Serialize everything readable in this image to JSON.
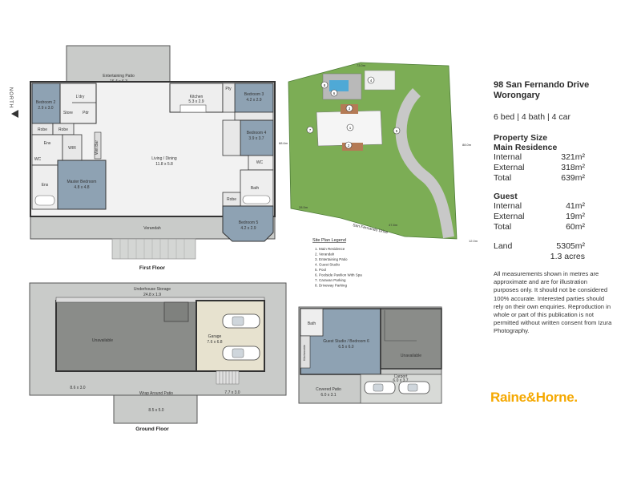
{
  "first_floor": {
    "caption": "First Floor",
    "north": "NORTH",
    "rooms": {
      "entertaining_patio": {
        "name": "Entertaining Patio",
        "dim": "16.4 x 6.3"
      },
      "bedroom2": {
        "name": "Bedroom 2",
        "dim": "2.9 x 3.0"
      },
      "ldry": {
        "name": "L'dry"
      },
      "store": {
        "name": "Store"
      },
      "pdr": {
        "name": "Pdr"
      },
      "kitchen": {
        "name": "Kitchen",
        "dim": "5.3 x 2.9"
      },
      "pty": {
        "name": "Pty"
      },
      "bedroom3": {
        "name": "Bedroom 3",
        "dim": "4.2 x 2.9"
      },
      "robe1": {
        "name": "Robe"
      },
      "robe2": {
        "name": "Robe"
      },
      "ens": {
        "name": "Ens"
      },
      "wir": {
        "name": "WIR"
      },
      "wet_bar": {
        "name": "Wet Bar"
      },
      "living": {
        "name": "Living / Dining",
        "dim": "11.8 x 5.8"
      },
      "bedroom4": {
        "name": "Bedroom 4",
        "dim": "3.9 x 3.7"
      },
      "wc1": {
        "name": "WC"
      },
      "wc2": {
        "name": "WC"
      },
      "master": {
        "name": "Master Bedroom",
        "dim": "4.8 x 4.8"
      },
      "ens2": {
        "name": "Ens"
      },
      "bath": {
        "name": "Bath"
      },
      "robe3": {
        "name": "Robe"
      },
      "bedroom5": {
        "name": "Bedroom 5",
        "dim": "4.2 x 2.9"
      },
      "verandah": {
        "name": "Verandah"
      }
    }
  },
  "site_plan": {
    "dims": [
      "73.0m",
      "88.6m",
      "88.0m",
      "28.5m",
      "47.8m",
      "12.0m"
    ],
    "road": "San Fernando Drive",
    "markers": [
      "1",
      "2",
      "3",
      "4",
      "5",
      "6",
      "7",
      "8"
    ],
    "legend_title": "Site Plan Legend",
    "legend": [
      "1. Main Residence",
      "2. Verandah",
      "3. Entertaining Patio",
      "4. Guest Studio",
      "5. Pool",
      "6. Poolside Pavilion With Spa",
      "7. Caravan Parking",
      "8. Driveway Parking"
    ]
  },
  "ground_floor": {
    "caption": "Ground Floor",
    "underhouse": {
      "name": "Underhouse Storage",
      "dim": "24.8 x 1.9"
    },
    "unavailable": "Unavailable",
    "garage": {
      "name": "Garage",
      "dim": "7.6 x 6.8"
    },
    "wrap": {
      "name": "Wrap Around Patio"
    },
    "dims": [
      "8.6 x 3.0",
      "7.7 x 3.0",
      "8.5 x 5.0"
    ]
  },
  "guest": {
    "bath": "Bath",
    "kitchenette": "Kitchenette",
    "studio": {
      "name": "Guest Studio / Bedroom 6",
      "dim": "6.5 x 6.0"
    },
    "unavailable": "Unavailable",
    "carport": {
      "name": "Carport",
      "dim": "6.0 x 3.7"
    },
    "covered": {
      "name": "Covered Patio",
      "dim": "6.0 x 3.1"
    }
  },
  "sidebar": {
    "address_line1": "98 San Fernando Drive",
    "address_line2": "Worongary",
    "features": "6 bed  |  4 bath  |  4 car",
    "property_size": "Property Size",
    "main_residence": "Main Residence",
    "main_rows": [
      {
        "label": "Internal",
        "value": "321m²"
      },
      {
        "label": "External",
        "value": "318m²"
      },
      {
        "label": "Total",
        "value": "639m²"
      }
    ],
    "guest": "Guest",
    "guest_rows": [
      {
        "label": "Internal",
        "value": "41m²"
      },
      {
        "label": "External",
        "value": "19m²"
      },
      {
        "label": "Total",
        "value": "60m²"
      }
    ],
    "land_label": "Land",
    "land_value": "5305m²",
    "land_acres": "1.3 acres",
    "disclaimer": "All measurements shown in metres are approximate and are for illustration purposes only. It should not be considered 100% accurate. Interested parties should rely on their own enquiries. Reproduction in whole or part of this publication is not permitted without written consent from Izura Photography.",
    "logo_part1": "Raine",
    "logo_amp": "&",
    "logo_part2": "Horne",
    "logo_dot": ".",
    "logo_color": "#f5a800"
  }
}
